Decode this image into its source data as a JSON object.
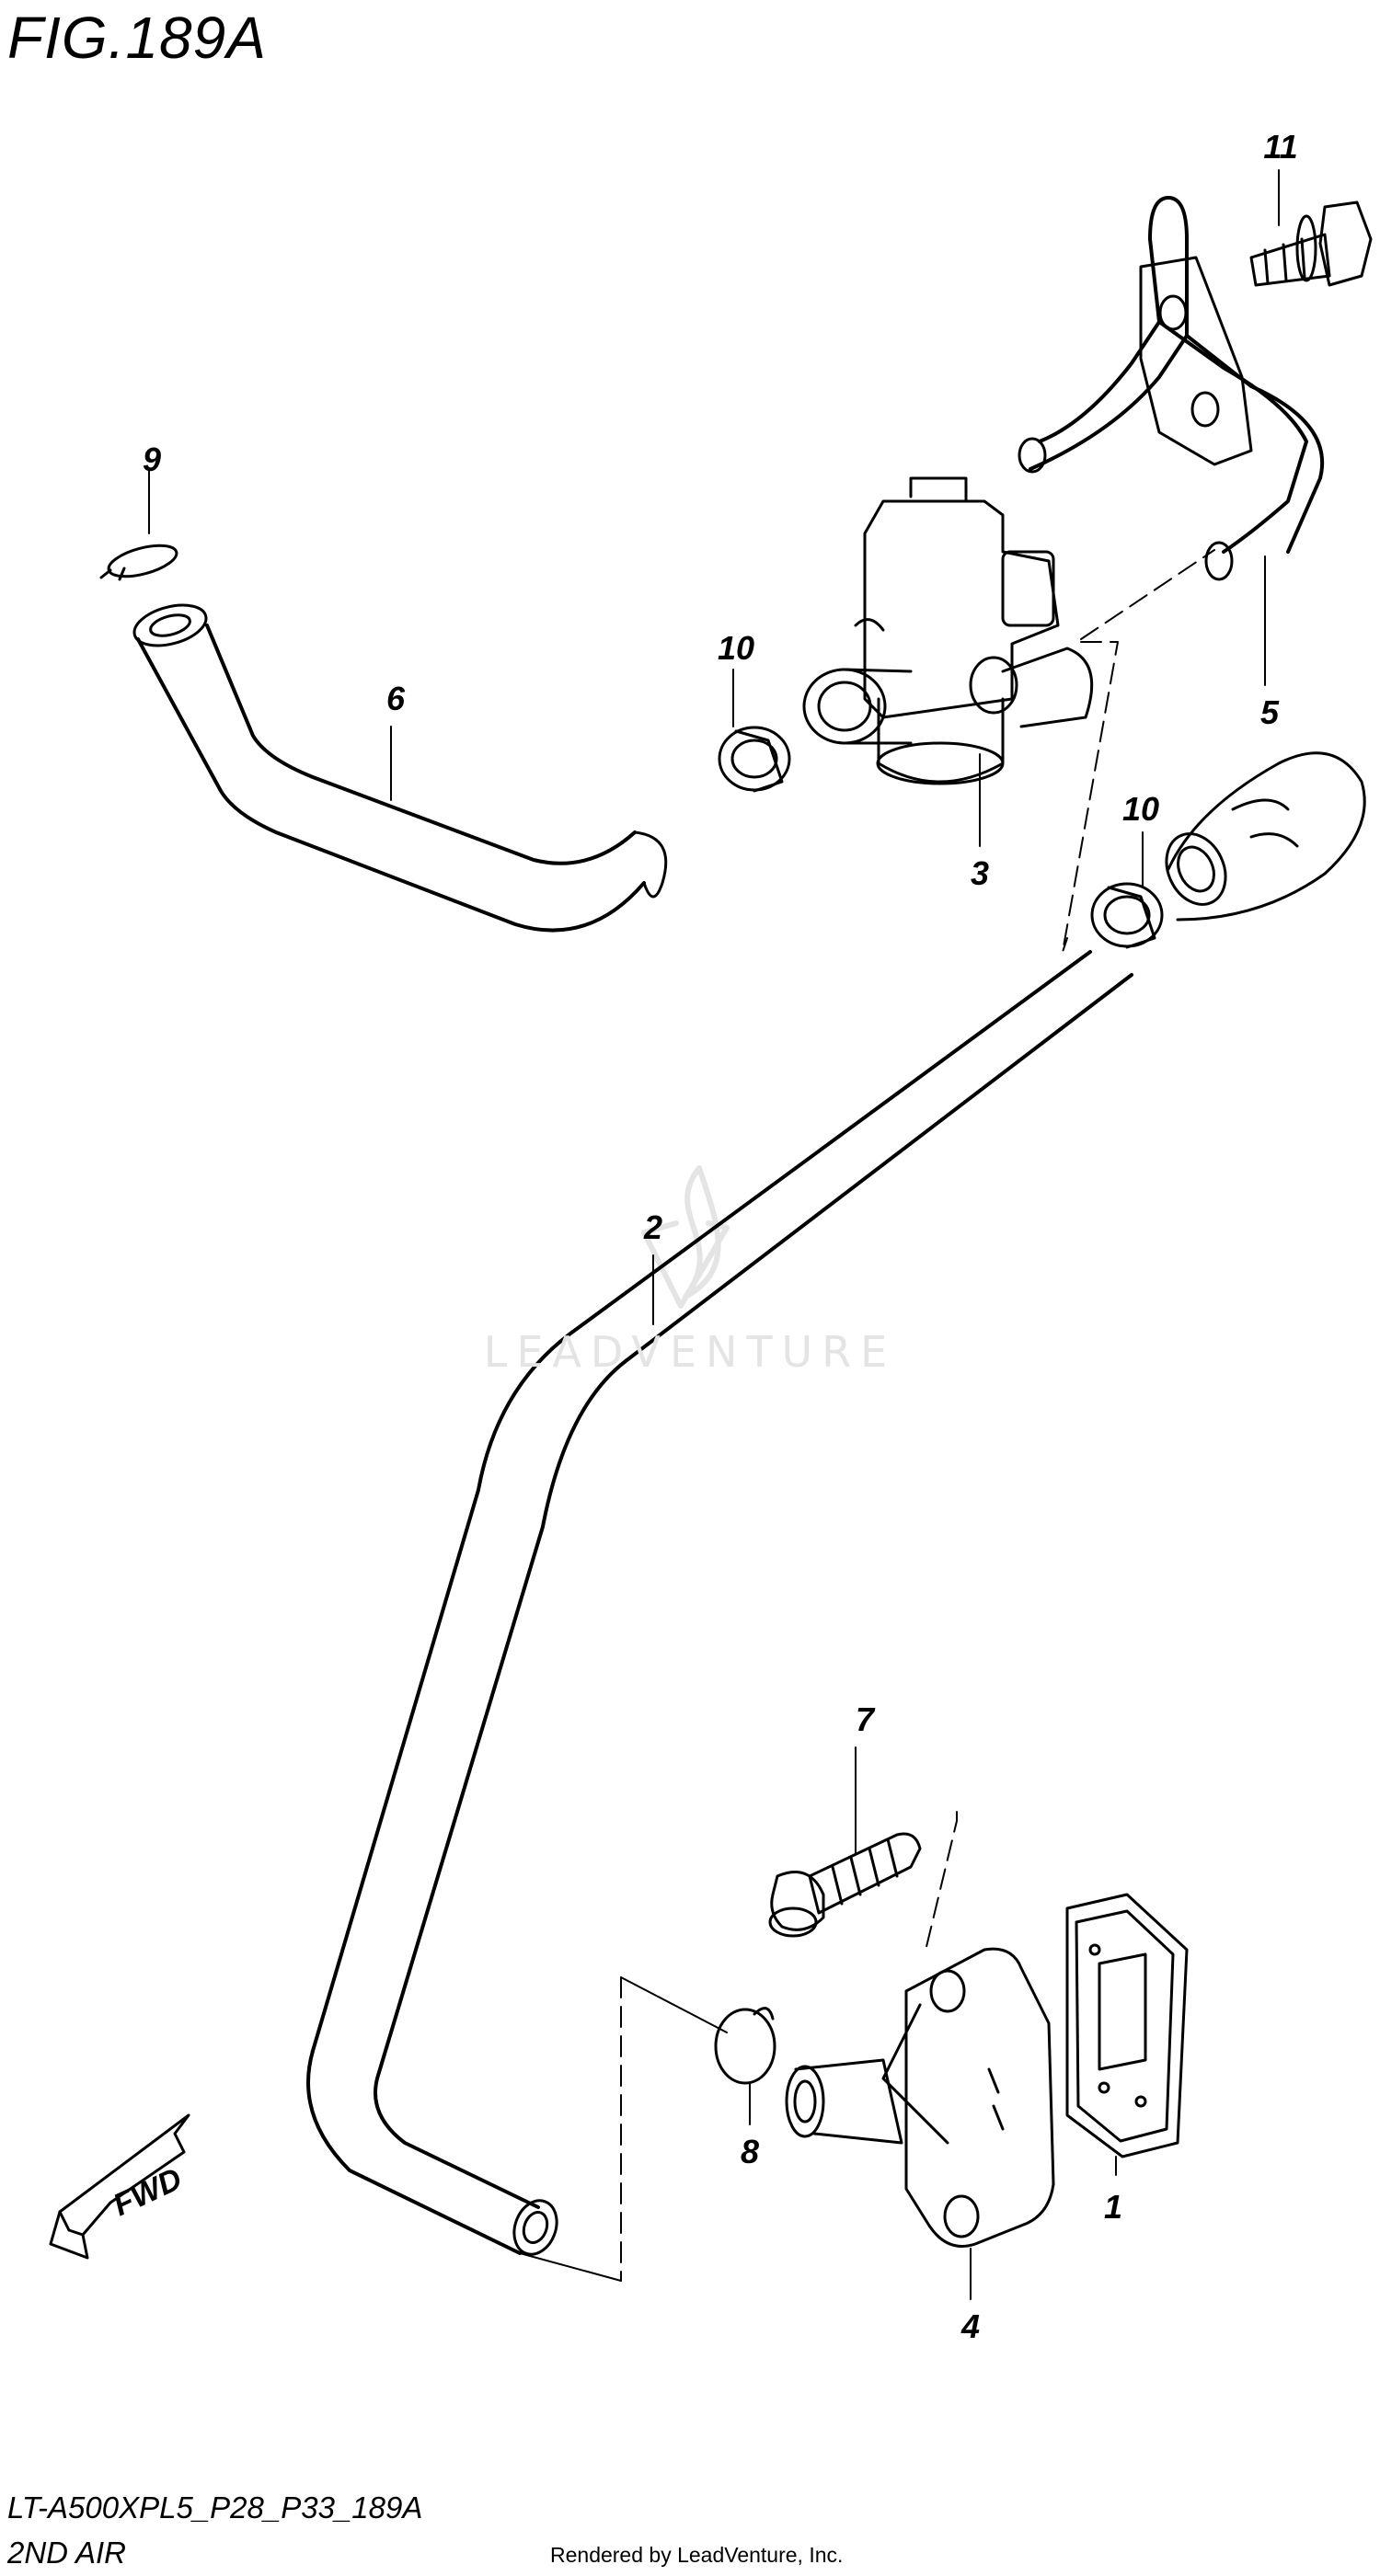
{
  "figure": {
    "title": "FIG.189A"
  },
  "callouts": [
    {
      "id": "1",
      "label": "1"
    },
    {
      "id": "2",
      "label": "2"
    },
    {
      "id": "3",
      "label": "3"
    },
    {
      "id": "4",
      "label": "4"
    },
    {
      "id": "5",
      "label": "5"
    },
    {
      "id": "6",
      "label": "6"
    },
    {
      "id": "7",
      "label": "7"
    },
    {
      "id": "8",
      "label": "8"
    },
    {
      "id": "9",
      "label": "9"
    },
    {
      "id": "10a",
      "label": "10"
    },
    {
      "id": "10b",
      "label": "10"
    },
    {
      "id": "11",
      "label": "11"
    }
  ],
  "direction_marker": {
    "label": "FWD"
  },
  "watermark": {
    "text": "LEADVENTURE"
  },
  "footer": {
    "model_code": "LT-A500XPL5_P28_P33_189A",
    "section_name": "2ND AIR",
    "render_credit": "Rendered by LeadVenture, Inc."
  },
  "colors": {
    "line": "#000000",
    "background": "#ffffff",
    "watermark": "#e4e4e4"
  }
}
